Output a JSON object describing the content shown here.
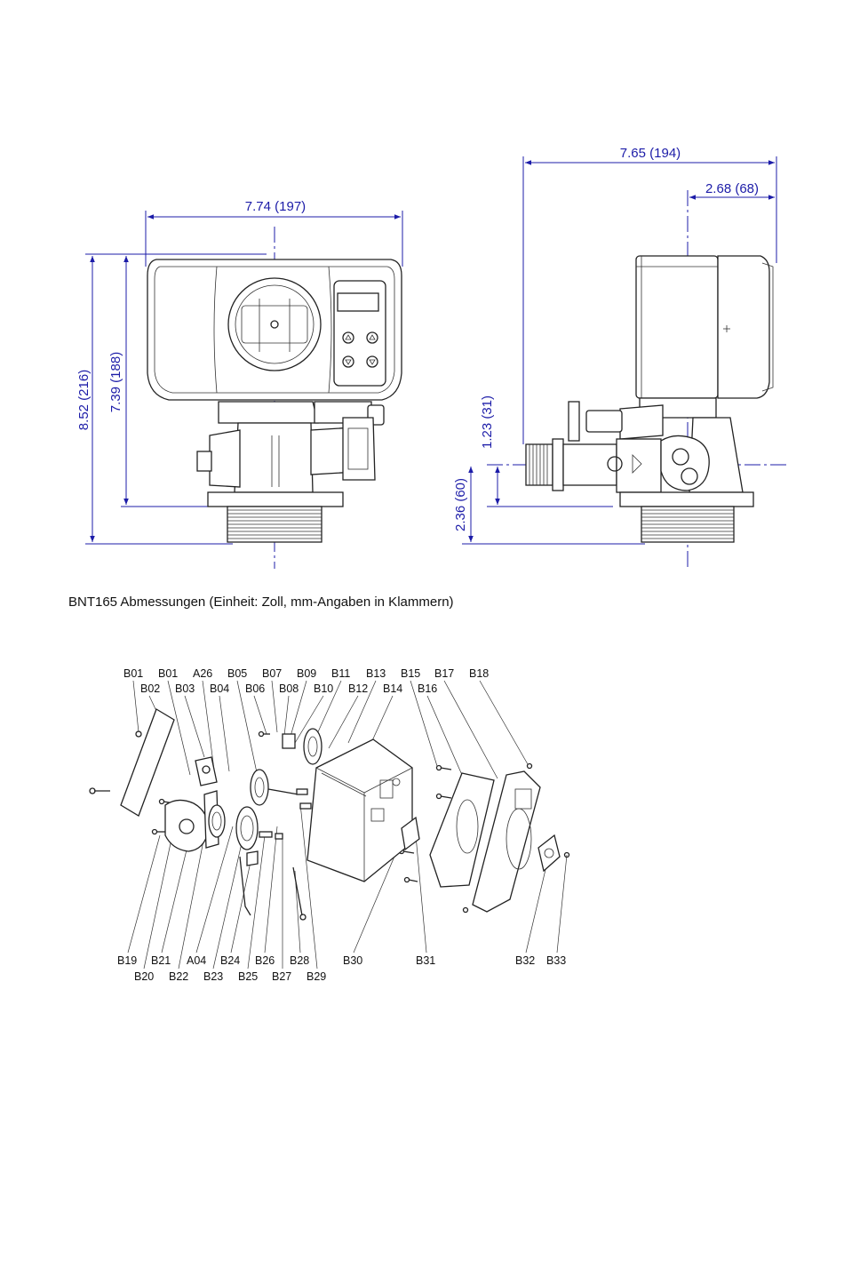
{
  "front_view": {
    "width_dim": "7.74  (197)",
    "height_total_dim": "8.52  (216)",
    "height_body_dim": "7.39  (188)"
  },
  "side_view": {
    "depth_dim": "7.65  (194)",
    "offset_dim": "2.68  (68)",
    "port_height_dim": "1.23  (31)",
    "base_height_dim": "2.36  (60)"
  },
  "caption": "BNT165 Abmessungen (Einheit: Zoll, mm-Angaben in Klammern)",
  "exploded_view": {
    "labels_top_row1": [
      "B01",
      "B01",
      "A26",
      "B05",
      "B07",
      "B09",
      "B11",
      "B13",
      "B15",
      "B17",
      "B18"
    ],
    "labels_top_row2": [
      "B02",
      "B03",
      "B04",
      "B06",
      "B08",
      "B10",
      "B12",
      "B14",
      "B16"
    ],
    "labels_bottom_row1": [
      "B19",
      "B21",
      "A04",
      "B24",
      "B26",
      "B28",
      "B30",
      "B31",
      "B32",
      "B33"
    ],
    "labels_bottom_row2": [
      "B20",
      "B22",
      "B23",
      "B25",
      "B27",
      "B29"
    ]
  }
}
